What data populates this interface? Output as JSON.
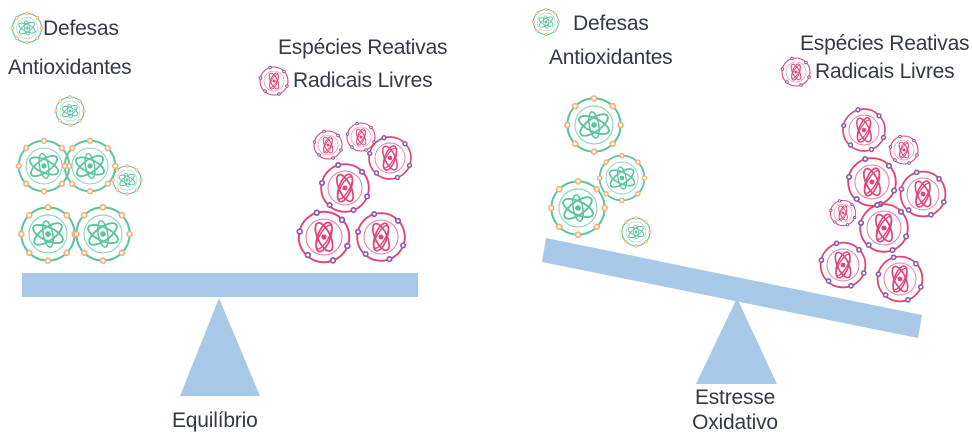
{
  "left_panel": {
    "antioxidant_label_line1": "Defesas",
    "antioxidant_label_line2": "Antioxidantes",
    "reactive_label_line1": "Espécies Reativas",
    "reactive_label_line2": "Radicais Livres",
    "state_label": "Equilíbrio"
  },
  "right_panel": {
    "antioxidant_label_line1": "Defesas",
    "antioxidant_label_line2": "Antioxidantes",
    "reactive_label_line1": "Espécies Reativas",
    "reactive_label_line2": "Radicais Livres",
    "state_label_line1": "Estresse",
    "state_label_line2": "Oxidativo"
  },
  "colors": {
    "beam": "#a8c8e8",
    "fulcrum": "#a8c8e8",
    "antioxidant_ring": "#5dc4a0",
    "antioxidant_dot": "#f5b07a",
    "radical_ring": "#e0457a",
    "radical_dot": "#8a5aa8",
    "text": "#333a44"
  },
  "icons": {
    "antioxidant": "antioxidant-molecule-icon",
    "radical": "free-radical-molecule-icon"
  }
}
